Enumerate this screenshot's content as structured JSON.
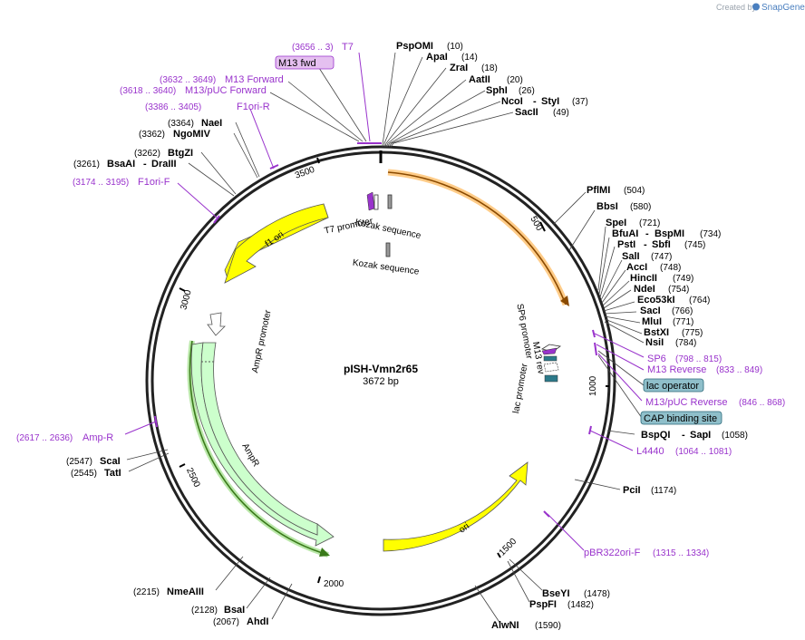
{
  "credit": {
    "prefix": "Created by",
    "brand": "SnapGene"
  },
  "plasmid": {
    "name": "pISH-Vmn2r65",
    "size_label": "3672 bp"
  },
  "ticks": [
    "500",
    "1000",
    "1500",
    "2000",
    "2500",
    "3000",
    "3500"
  ],
  "enzymes": [
    {
      "name": "PspOMI",
      "pos": "(10)"
    },
    {
      "name": "ApaI",
      "pos": "(14)"
    },
    {
      "name": "ZraI",
      "pos": "(18)"
    },
    {
      "name": "AatII",
      "pos": "(20)"
    },
    {
      "name": "SphI",
      "pos": "(26)"
    },
    {
      "name": "NcoI",
      "name2": "StyI",
      "pos": "(37)"
    },
    {
      "name": "SacII",
      "pos": "(49)"
    },
    {
      "name": "PflMI",
      "pos": "(504)"
    },
    {
      "name": "BbsI",
      "pos": "(580)"
    },
    {
      "name": "SpeI",
      "pos": "(721)"
    },
    {
      "name": "BfuAI",
      "name2": "BspMI",
      "pos": "(734)"
    },
    {
      "name": "PstI",
      "name2": "SbfI",
      "pos": "(745)"
    },
    {
      "name": "SalI",
      "pos": "(747)"
    },
    {
      "name": "AccI",
      "pos": "(748)"
    },
    {
      "name": "HincII",
      "pos": "(749)"
    },
    {
      "name": "NdeI",
      "pos": "(754)"
    },
    {
      "name": "Eco53kI",
      "pos": "(764)"
    },
    {
      "name": "SacI",
      "pos": "(766)"
    },
    {
      "name": "MluI",
      "pos": "(771)"
    },
    {
      "name": "BstXI",
      "pos": "(775)"
    },
    {
      "name": "NsiI",
      "pos": "(784)"
    },
    {
      "name": "BspQI",
      "name2": "SapI",
      "pos": "(1058)"
    },
    {
      "name": "PciI",
      "pos": "(1174)"
    },
    {
      "name": "BseYI",
      "pos": "(1478)"
    },
    {
      "name": "PspFI",
      "pos": "(1482)"
    },
    {
      "name": "AlwNI",
      "pos": "(1590)"
    },
    {
      "name": "AhdI",
      "pos": "(2067)"
    },
    {
      "name": "BsaI",
      "pos": "(2128)"
    },
    {
      "name": "NmeAIII",
      "pos": "(2215)"
    },
    {
      "name": "TatI",
      "pos": "(2545)"
    },
    {
      "name": "ScaI",
      "pos": "(2547)"
    },
    {
      "name": "BsaAI",
      "name2": "DraIII",
      "pos": "(3261)"
    },
    {
      "name": "BtgZI",
      "pos": "(3262)"
    },
    {
      "name": "NgoMIV",
      "pos": "(3362)"
    },
    {
      "name": "NaeI",
      "pos": "(3364)"
    }
  ],
  "primers": [
    {
      "name": "T7",
      "range": "(3656 .. 3)"
    },
    {
      "name": "M13 fwd",
      "range": ""
    },
    {
      "name": "M13 Forward",
      "range": "(3632 .. 3649)"
    },
    {
      "name": "M13/pUC Forward",
      "range": "(3618 .. 3640)"
    },
    {
      "name": "F1ori-R",
      "range": "(3386 .. 3405)"
    },
    {
      "name": "F1ori-F",
      "range": "(3174 .. 3195)"
    },
    {
      "name": "SP6",
      "range": "(798 .. 815)"
    },
    {
      "name": "M13 Reverse",
      "range": "(833 .. 849)"
    },
    {
      "name": "M13/pUC Reverse",
      "range": "(846 .. 868)"
    },
    {
      "name": "L4440",
      "range": "(1064 .. 1081)"
    },
    {
      "name": "pBR322ori-F",
      "range": "(1315 .. 1334)"
    },
    {
      "name": "Amp-R",
      "range": "(2617 .. 2636)"
    }
  ],
  "boxed_features": [
    "lac operator",
    "CAP binding site"
  ],
  "features": [
    "T7 promoter",
    "Kozak sequence",
    "Kozak sequence",
    "f1 ori",
    "AmpR promoter",
    "AmpR",
    "ori",
    "SP6 promoter",
    "M13 rev",
    "lac promoter"
  ],
  "colors": {
    "backbone": "#222222",
    "primer": "#9933cc",
    "ori": "#ffff00",
    "ampr": "#ccffcc",
    "insert": "#ffcc88",
    "box_feature": "#8fbfca"
  }
}
